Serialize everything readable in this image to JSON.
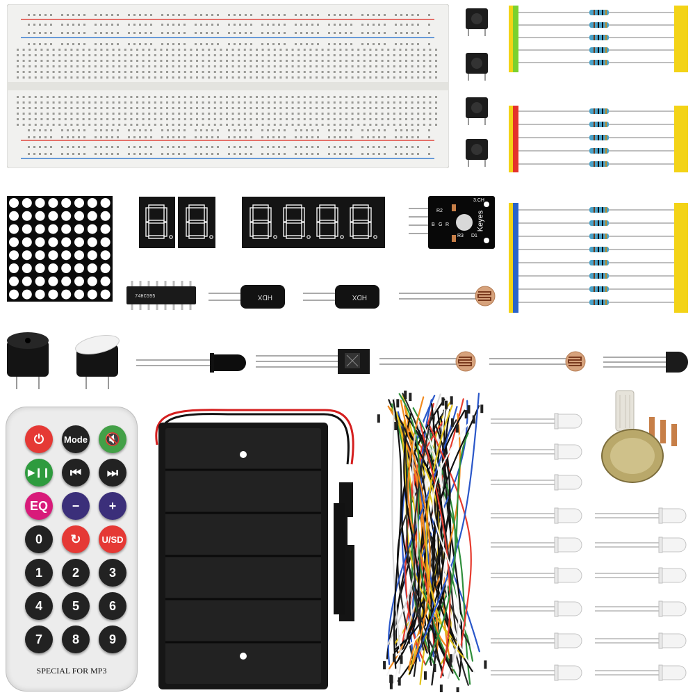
{
  "remote": {
    "buttons": [
      {
        "label": "⏻",
        "color": "#e53935"
      },
      {
        "label": "Mode",
        "color": "#222222"
      },
      {
        "label": "🔇",
        "color": "#43a047"
      },
      {
        "label": "▶❙❙",
        "color": "#2e9b3e"
      },
      {
        "label": "⏮",
        "color": "#222222"
      },
      {
        "label": "⏭",
        "color": "#222222"
      },
      {
        "label": "EQ",
        "color": "#d81b7a"
      },
      {
        "label": "−",
        "color": "#3b2f7a"
      },
      {
        "label": "+",
        "color": "#3b2f7a"
      },
      {
        "label": "0",
        "color": "#222222"
      },
      {
        "label": "↻",
        "color": "#e53935"
      },
      {
        "label": "U/SD",
        "color": "#e53935"
      },
      {
        "label": "1",
        "color": "#222222"
      },
      {
        "label": "2",
        "color": "#222222"
      },
      {
        "label": "3",
        "color": "#222222"
      },
      {
        "label": "4",
        "color": "#222222"
      },
      {
        "label": "5",
        "color": "#222222"
      },
      {
        "label": "6",
        "color": "#222222"
      },
      {
        "label": "7",
        "color": "#222222"
      },
      {
        "label": "8",
        "color": "#222222"
      },
      {
        "label": "9",
        "color": "#222222"
      }
    ],
    "caption": "SPECIAL FOR MP3"
  },
  "sensor_module": {
    "brand": "Keyes",
    "pins": [
      "3.CH",
      "R2",
      "R3",
      "D1",
      "B",
      "G",
      "R"
    ]
  },
  "capacitor_label": "HDX",
  "chip_label": "74HC595",
  "colors": {
    "breadboard": "#f1f1ef",
    "rail_red": "#e0473f",
    "rail_blue": "#3b7fd0",
    "resistor_body": "#4aa3c9",
    "tape_yellow": "#f3d317",
    "matrix_bg": "#0b0b0b",
    "segment_bg": "#141414",
    "segment_on": "#f2f2f2"
  },
  "icons": [
    "breadboard",
    "tactile-button",
    "resistor",
    "led-matrix",
    "seven-segment-display",
    "ic-chip",
    "capacitor",
    "photoresistor",
    "buzzer",
    "infrared-led",
    "ir-receiver",
    "temperature-sensor",
    "ir-remote",
    "battery-holder",
    "jumper-wires",
    "led",
    "potentiometer"
  ]
}
